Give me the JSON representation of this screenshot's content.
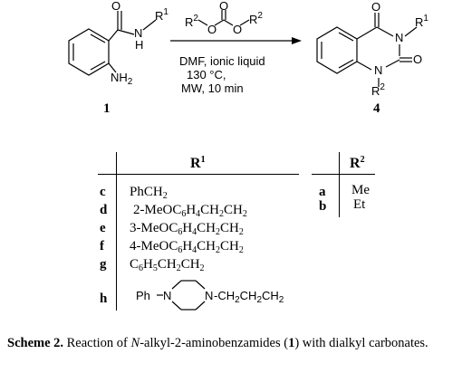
{
  "scheme": {
    "reactant_label": "1",
    "product_label": "4",
    "reactant": {
      "o": "O",
      "nh": "N",
      "h": "H",
      "r1": "R",
      "r1_sup": "1",
      "nh2": "NH",
      "nh2_sub": "2"
    },
    "reagent": {
      "r2_left": "R",
      "r2_left_sup": "2",
      "o_left": "O",
      "o_top": "O",
      "o_right": "O",
      "r2_right": "R",
      "r2_right_sup": "2"
    },
    "conditions": [
      "DMF, ionic liquid",
      "130 °C,",
      "MW, 10 min"
    ],
    "product": {
      "o_top": "O",
      "n_top": "N",
      "r1": "R",
      "r1_sup": "1",
      "n_bottom": "N",
      "o_right": "O",
      "r2": "R",
      "r2_sup": "2"
    }
  },
  "table_r1": {
    "header": "R",
    "header_sup": "1",
    "rows": [
      {
        "id": "c",
        "value": "PhCH2"
      },
      {
        "id": "d",
        "value": "2-MeOC6H4CH2CH2"
      },
      {
        "id": "e",
        "value": "3-MeOC6H4CH2CH2"
      },
      {
        "id": "f",
        "value": "4-MeOC6H4CH2CH2"
      },
      {
        "id": "g",
        "value": "C6H5CH2CH2"
      },
      {
        "id": "h",
        "value": "Ph–N(piperazine)N–CH2CH2CH2"
      }
    ],
    "row_h": {
      "ph_n": "Ph",
      "n1": "N",
      "n2": "N",
      "chain": "-CH",
      "chain_sub": "2",
      "chain2": "CH",
      "chain2_sub": "2",
      "chain3": "CH",
      "chain3_sub": "2"
    }
  },
  "table_r2": {
    "header": "R",
    "header_sup": "2",
    "rows": [
      {
        "id": "a",
        "value": "Me"
      },
      {
        "id": "b",
        "value": "Et"
      }
    ]
  },
  "caption": {
    "label": "Scheme 2.",
    "text_before_italic": " Reaction of ",
    "italic": "N",
    "text_mid": "-alkyl-2-aminobenzamides (",
    "bold_num": "1",
    "text_after": ") with dialkyl carbonates."
  }
}
